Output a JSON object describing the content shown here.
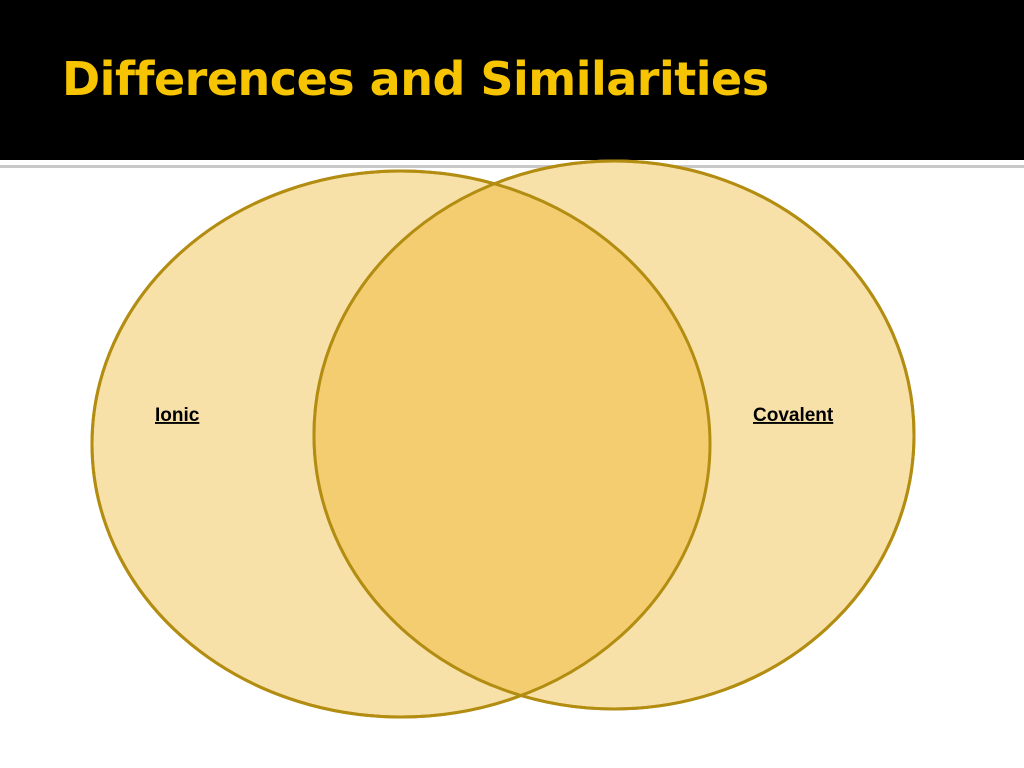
{
  "slide": {
    "title": "Differences and Similarities"
  },
  "venn": {
    "left_label": "Ionic",
    "right_label": "Covalent",
    "colors": {
      "circle_fill": "#f8e1a8",
      "overlap_fill": "#f3cd6f",
      "outline": "#b38d11",
      "label_text": "#000000",
      "title_text": "#f6c400",
      "title_bar": "#000000"
    }
  }
}
